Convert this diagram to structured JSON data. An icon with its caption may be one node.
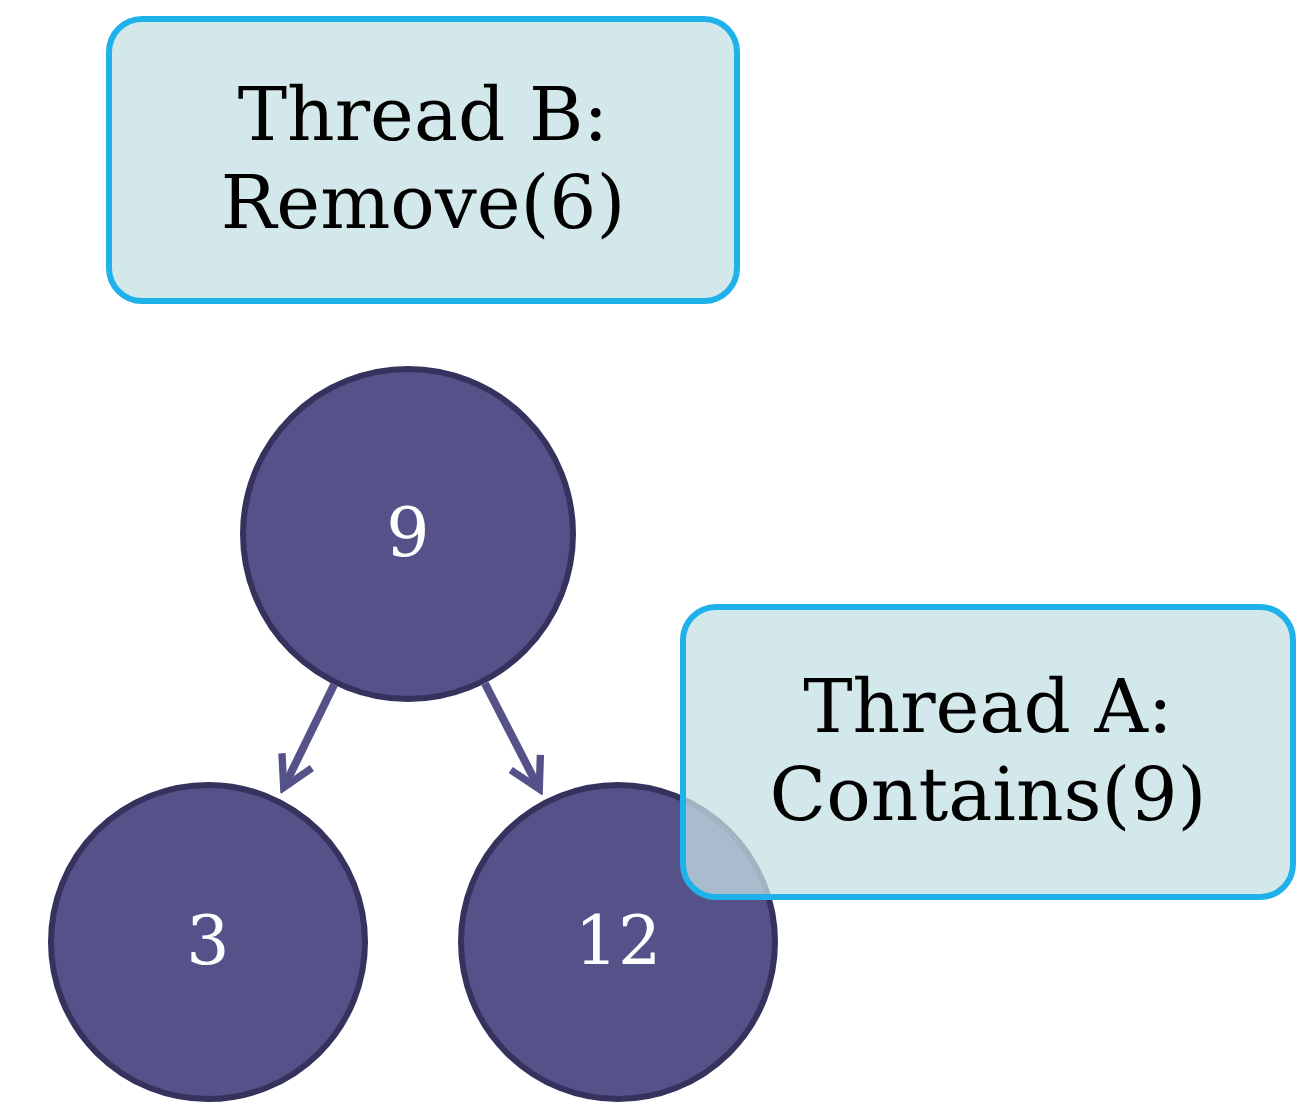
{
  "diagram": {
    "nodes": [
      {
        "text": [
          "Thread B: Remove(6)"
        ]
      },
      {
        "text": [
          "9"
        ]
      },
      {
        "text": [
          "3"
        ]
      },
      {
        "text": [
          "12"
        ]
      },
      {
        "text": [
          "Thread A: Contains(9)"
        ]
      }
    ],
    "edges": [
      {
        "from": 1,
        "to": 2,
        "arrow": "to"
      },
      {
        "from": 1,
        "to": 3,
        "arrow": "to"
      }
    ]
  }
}
